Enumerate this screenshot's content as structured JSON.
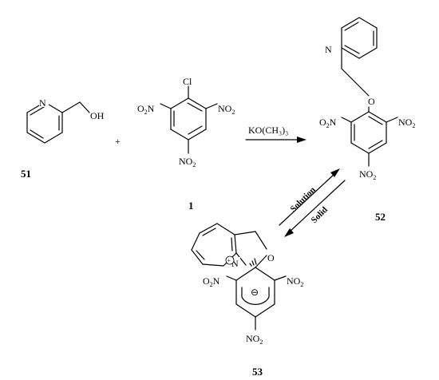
{
  "scheme": {
    "reagent_label": "KO(CH₃)₃",
    "plus_sign": "+",
    "equilibrium_forward": "Solution",
    "equilibrium_reverse": "Solid"
  },
  "compounds": {
    "c51": {
      "number": "51",
      "oh": "OH",
      "n": "N"
    },
    "c1": {
      "number": "1",
      "cl": "Cl",
      "no2": "NO",
      "sub2": "2",
      "o2n": "O",
      "o2n_n": "N"
    },
    "c52": {
      "number": "52",
      "o": "O",
      "n": "N"
    },
    "c53": {
      "number": "53",
      "o": "O",
      "n": "N",
      "plus": "+",
      "minus": "⊖"
    }
  }
}
